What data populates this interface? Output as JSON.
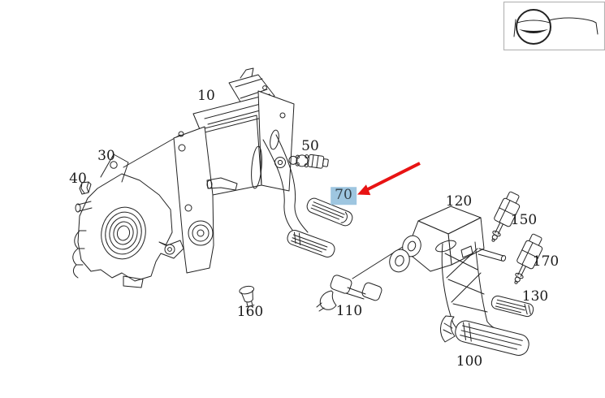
{
  "diagram_type": "exploded-parts-diagram",
  "parts": [
    {
      "label": "10",
      "highlighted": false
    },
    {
      "label": "30",
      "highlighted": false
    },
    {
      "label": "40",
      "highlighted": false
    },
    {
      "label": "50",
      "highlighted": false
    },
    {
      "label": "70",
      "highlighted": true
    },
    {
      "label": "100",
      "highlighted": false
    },
    {
      "label": "110",
      "highlighted": false
    },
    {
      "label": "120",
      "highlighted": false
    },
    {
      "label": "130",
      "highlighted": false
    },
    {
      "label": "150",
      "highlighted": false
    },
    {
      "label": "160",
      "highlighted": false
    },
    {
      "label": "170",
      "highlighted": false
    }
  ],
  "selected_part": "70",
  "annotations": {
    "arrow": {
      "points_to": "70"
    }
  },
  "thumbnail": {
    "icon": "car-front-outline-icon"
  },
  "colors": {
    "line": "#222222",
    "label": "#1a1a1a",
    "highlight_bg": "#9ec6e0",
    "highlight_text": "#333f47",
    "arrow": "#e81313",
    "thumb_border": "#b5b5b5"
  }
}
